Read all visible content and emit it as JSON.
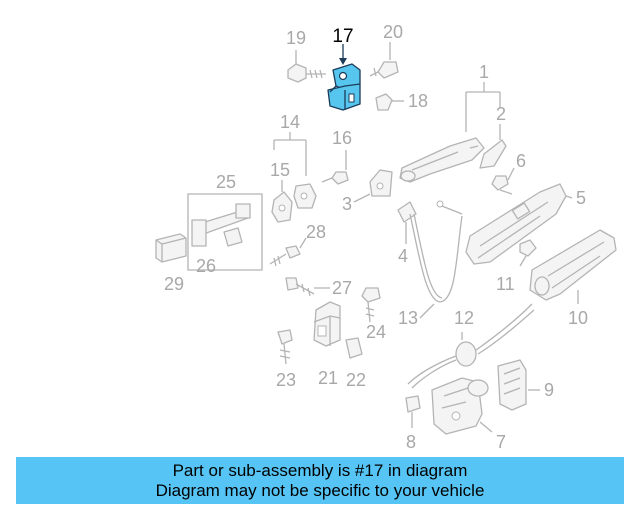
{
  "diagram": {
    "highlighted_part": "17",
    "highlight_color": "#56c6ef",
    "labels": [
      "1",
      "2",
      "3",
      "4",
      "5",
      "6",
      "7",
      "8",
      "9",
      "10",
      "11",
      "12",
      "13",
      "14",
      "15",
      "16",
      "17",
      "18",
      "19",
      "20",
      "21",
      "22",
      "23",
      "24",
      "25",
      "26",
      "27",
      "28",
      "29"
    ]
  },
  "banner": {
    "line1": "Part or sub-assembly is #17 in diagram",
    "line2": "Diagram may not be specific to your vehicle",
    "background": "#56c5f5"
  }
}
